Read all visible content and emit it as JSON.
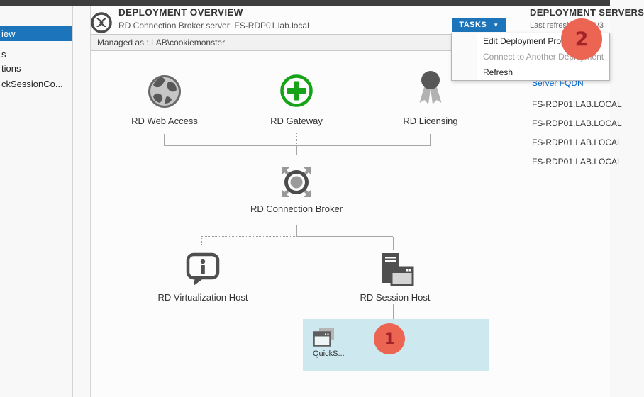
{
  "colors": {
    "topbar": "#3E3E3E",
    "accent": "#1C74BA",
    "link": "#0066CC",
    "green": "#17A317",
    "badge": "#EC6553",
    "badge-digit": "#A3232B",
    "highlight": "#CDE8EE",
    "icon-gray": "#4F4F4F",
    "line": "#A6A6A6"
  },
  "sidebar": {
    "items": [
      {
        "label": "iew",
        "selected": true
      },
      {
        "label": "s",
        "selected": false
      },
      {
        "label": "tions",
        "selected": false
      },
      {
        "label": "ckSessionCo...",
        "selected": false
      }
    ]
  },
  "overview": {
    "title": "DEPLOYMENT OVERVIEW",
    "subtitle": "RD Connection Broker server: FS-RDP01.lab.local",
    "managed_as": "Managed as : LAB\\cookiemonster",
    "tasks_label": "TASKS",
    "tasks_caret": "▼",
    "nodes": {
      "web_access": "RD Web Access",
      "gateway": "RD Gateway",
      "licensing": "RD Licensing",
      "broker": "RD Connection Broker",
      "virtualization": "RD Virtualization Host",
      "session_host": "RD Session Host"
    },
    "collection_label": "QuickS...",
    "annotation_1": "1"
  },
  "tasks_menu": {
    "items": [
      {
        "label": "Edit Deployment Properties",
        "enabled": true
      },
      {
        "label": "Connect to Another Deployment",
        "enabled": false
      },
      {
        "label": "Refresh",
        "enabled": true
      }
    ]
  },
  "servers_panel": {
    "title": "DEPLOYMENT SERVERS",
    "last_refreshed": "Last refreshed on 1/3",
    "column_header": "Server FQDN",
    "rows": [
      "FS-RDP01.LAB.LOCAL",
      "FS-RDP01.LAB.LOCAL",
      "FS-RDP01.LAB.LOCAL",
      "FS-RDP01.LAB.LOCAL"
    ],
    "annotation_2": "2"
  }
}
